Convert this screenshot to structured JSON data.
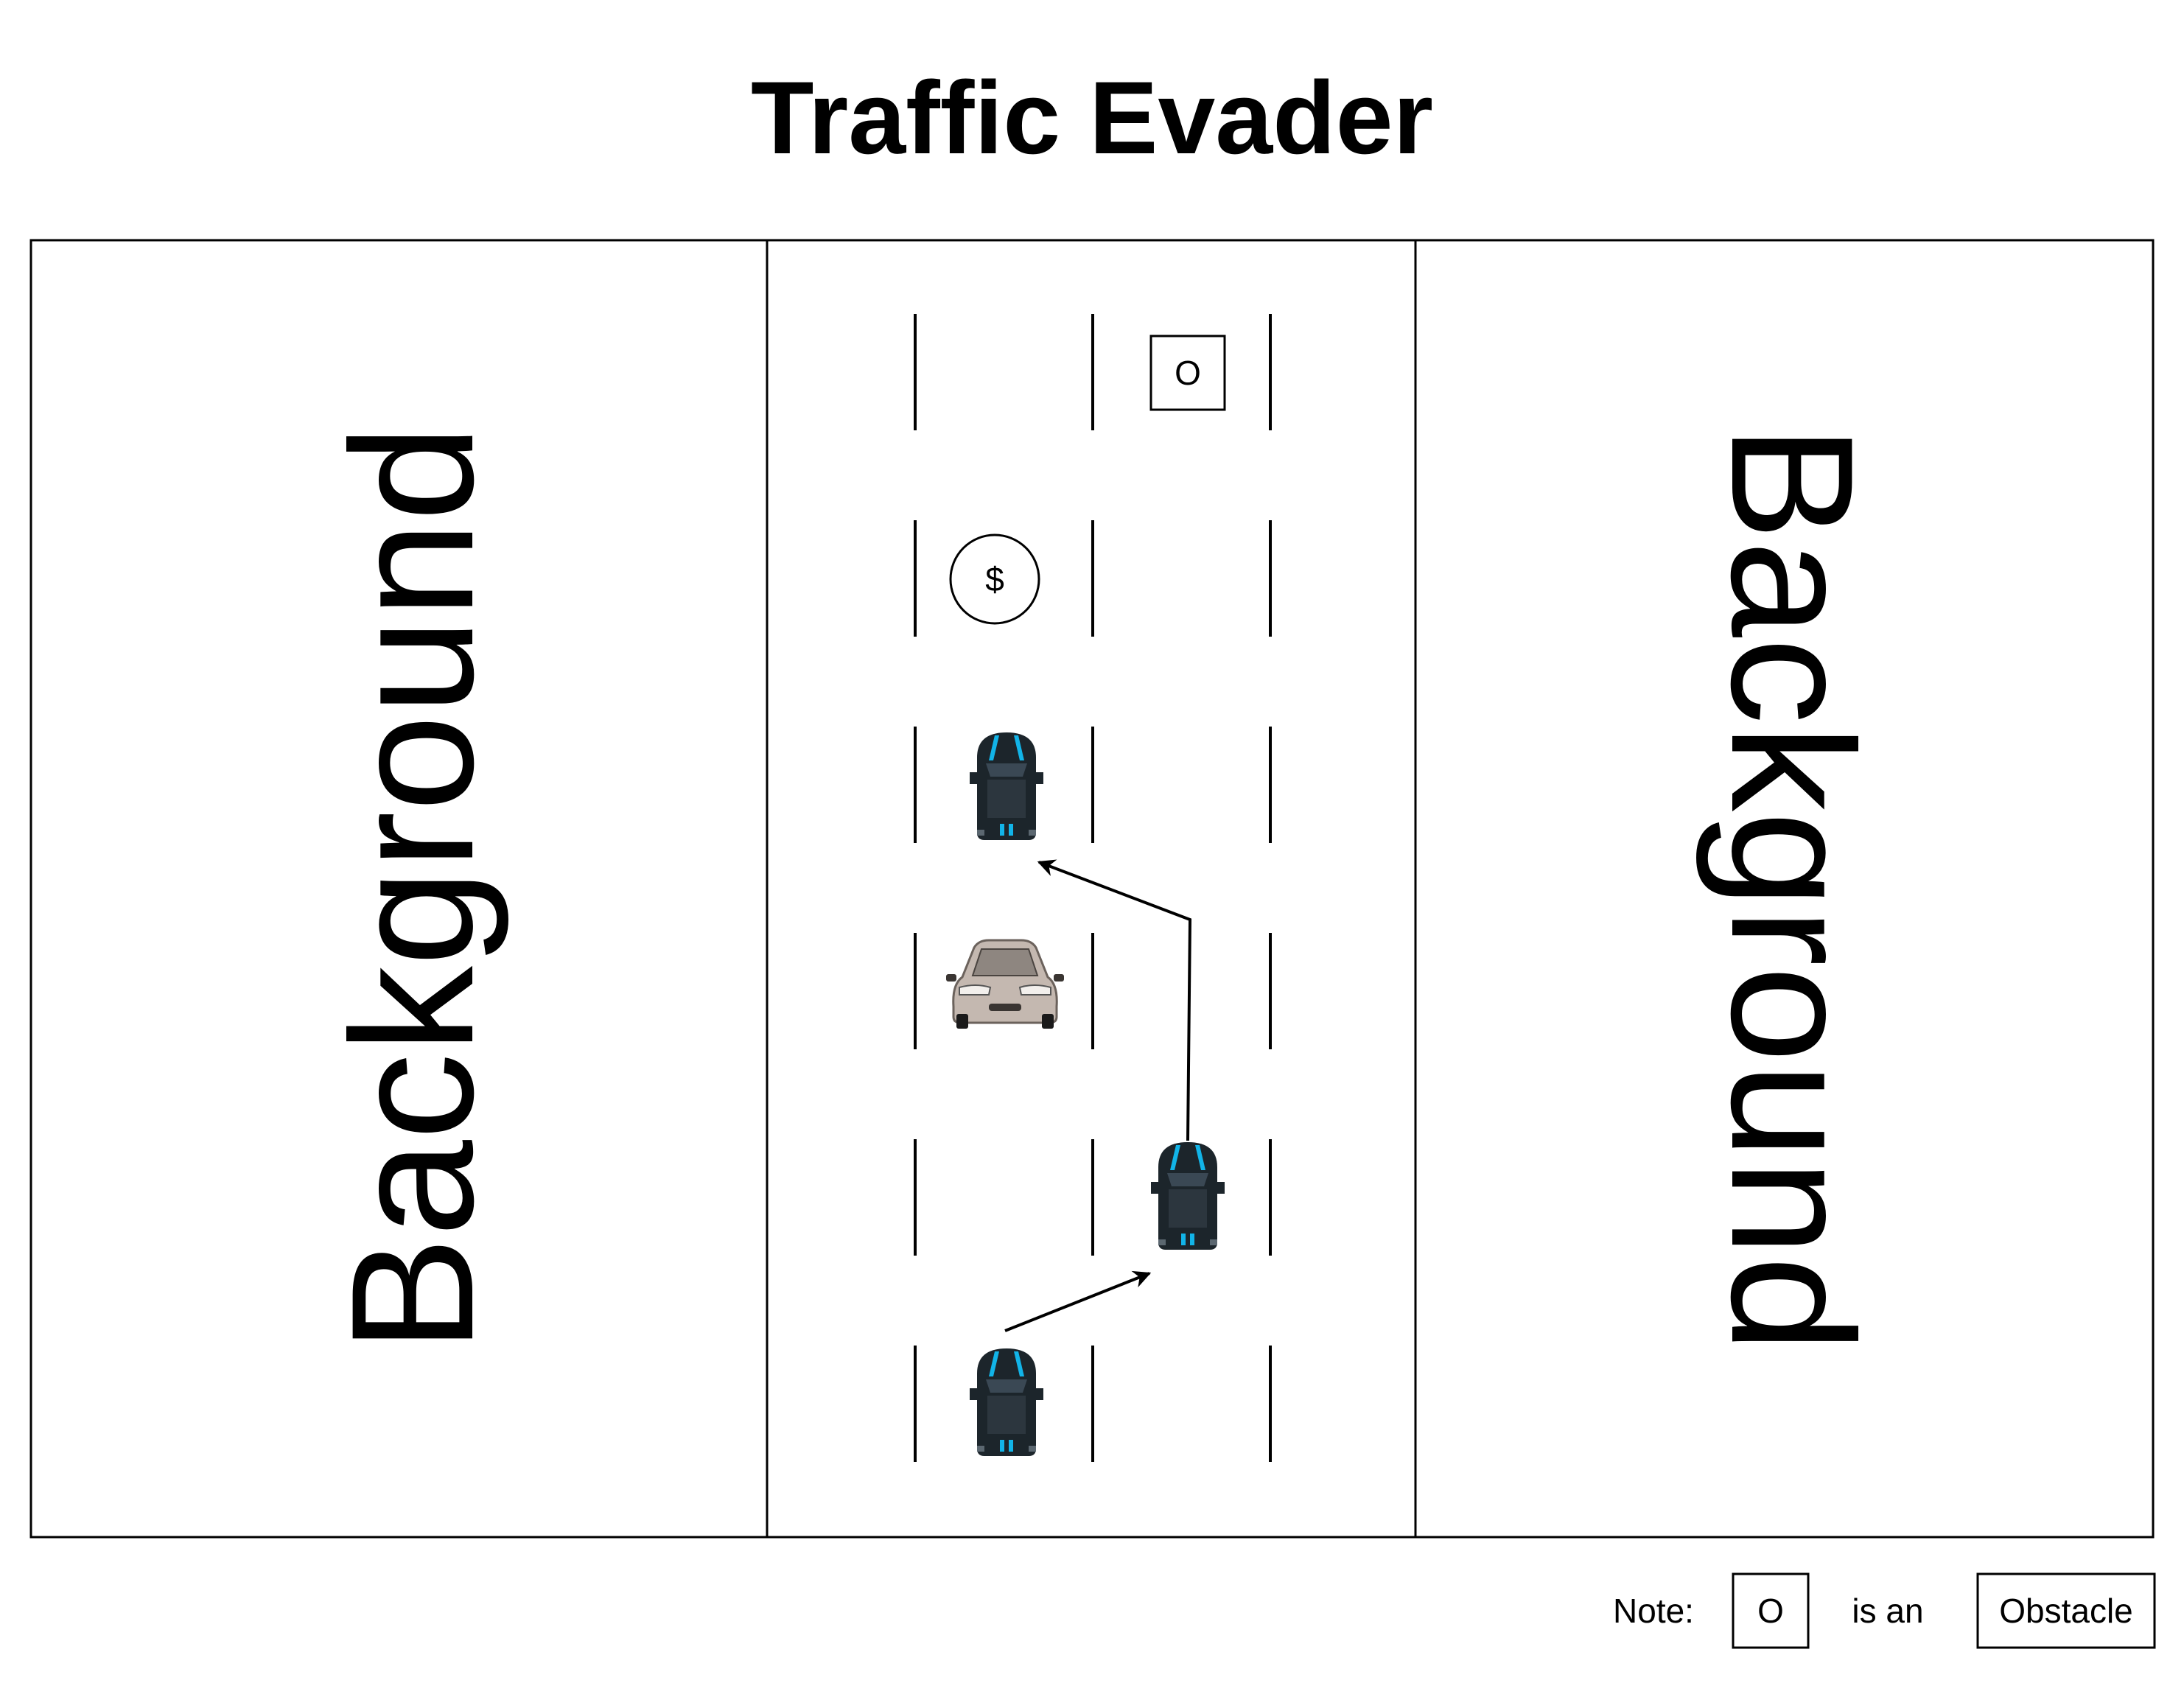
{
  "title": "Traffic Evader",
  "panels": {
    "left_label": "Background",
    "right_label": "Background"
  },
  "road": {
    "obstacle_symbol": "O",
    "coin_symbol": "$"
  },
  "note": {
    "prefix": "Note:",
    "symbol": "O",
    "middle": "is an",
    "meaning": "Obstacle"
  },
  "colors": {
    "line": "#000000",
    "player_car_body": "#1c252b",
    "player_car_stripe": "#12b4e8",
    "traffic_car_body": "#c4b8b0"
  }
}
